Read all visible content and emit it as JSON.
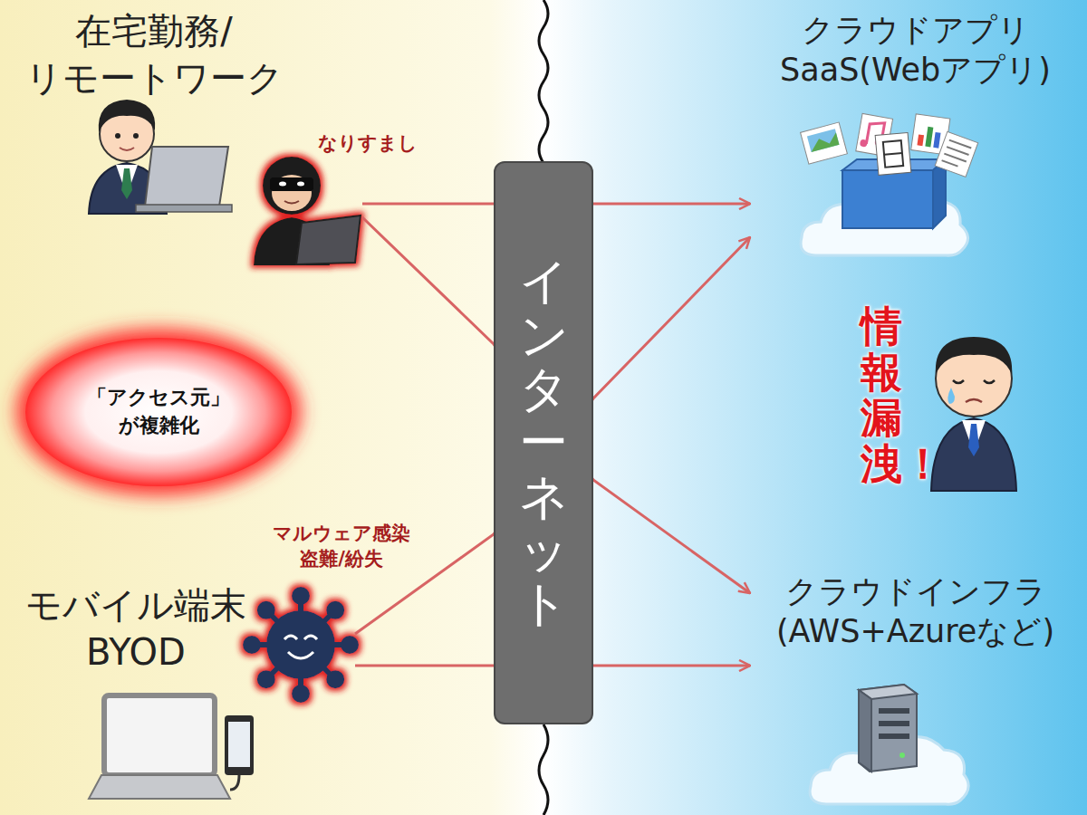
{
  "diagram": {
    "nodes": [
      {
        "text": [
          "なりすまし"
        ]
      },
      {
        "text": [
          "「アクセス元」 が複雑化"
        ]
      },
      {
        "text": [
          "マルウェア感染 盗難/紛失"
        ]
      },
      {
        "text": [
          "インターネット"
        ]
      },
      {
        "text": [
          "クラウドアプリ SaaS(Webアプリ)"
        ]
      },
      {
        "text": [
          "クラウドインフラ (AWS+Azureなど)"
        ]
      }
    ],
    "edges": [
      {
        "from": 0,
        "to": 4,
        "arrow": "to"
      },
      {
        "from": 0,
        "to": 5,
        "arrow": "to"
      },
      {
        "from": 2,
        "to": 4,
        "arrow": "to"
      },
      {
        "from": 2,
        "to": 5,
        "arrow": "to"
      }
    ],
    "labels": [
      "在宅勤務/ リモートワーク",
      "モバイル端末 BYOD",
      "情報漏洩！"
    ]
  }
}
